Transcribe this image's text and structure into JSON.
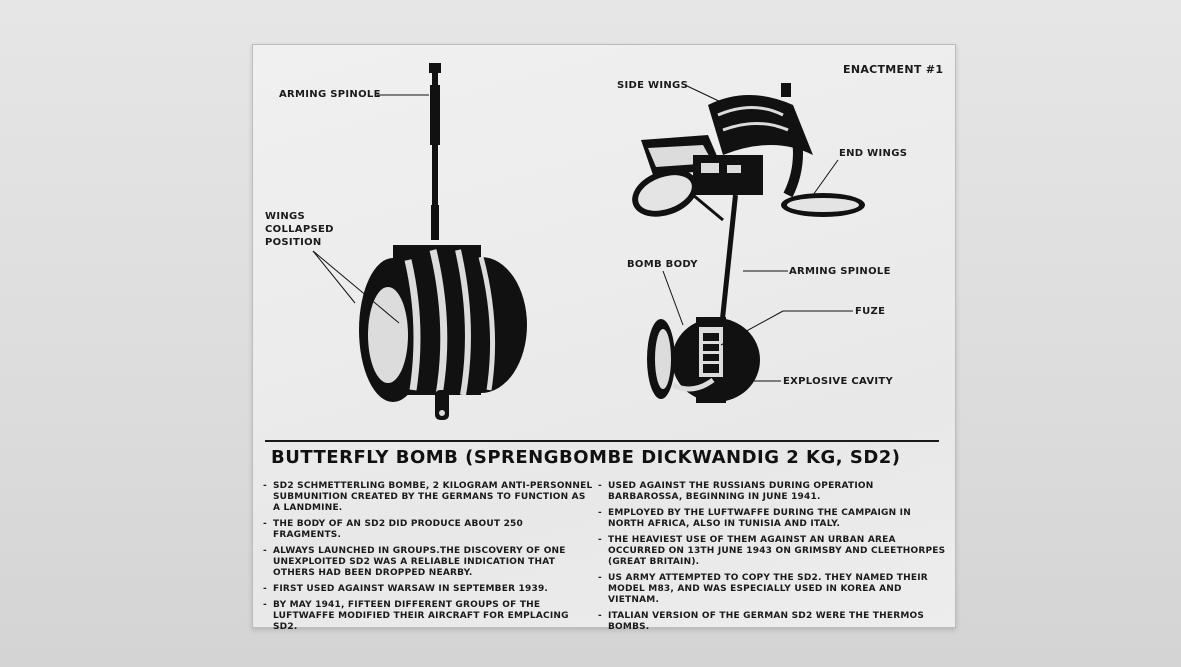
{
  "enactment": "ENACTMENT #1",
  "labels": {
    "arming_spindle_left": "ARMING SPINOLE",
    "wings_collapsed": [
      "WINGS",
      "COLLAPSED",
      "POSITION"
    ],
    "side_wings": "SIDE WINGS",
    "end_wings": "END WINGS",
    "bomb_body": "BOMB BODY",
    "arming_spindle_right": "ARMING SPINOLE",
    "fuze": "FUZE",
    "explosive_cavity": "EXPLOSIVE CAVITY"
  },
  "title": "BUTTERFLY BOMB (SPRENGBOMBE DICKWANDIG 2 KG, SD2)",
  "left_column": [
    "SD2 SCHMETTERLING BOMBE, 2 KILOGRAM ANTI-PERSONNEL SUBMUNITION CREATED BY THE GERMANS TO FUNCTION AS A LANDMINE.",
    "THE BODY OF AN SD2 DID PRODUCE ABOUT 250 FRAGMENTS.",
    "ALWAYS LAUNCHED IN GROUPS.THE DISCOVERY OF ONE UNEXPLOITED SD2 WAS A RELIABLE INDICATION THAT OTHERS HAD BEEN DROPPED NEARBY.",
    "FIRST USED AGAINST WARSAW IN SEPTEMBER 1939.",
    "BY MAY 1941, FIFTEEN DIFFERENT GROUPS OF THE LUFTWAFFE MODIFIED THEIR AIRCRAFT FOR EMPLACING SD2."
  ],
  "right_column": [
    "USED AGAINST THE RUSSIANS DURING OPERATION BARBAROSSA, BEGINNING IN JUNE 1941.",
    "EMPLOYED BY THE LUFTWAFFE DURING THE CAMPAIGN IN NORTH AFRICA, ALSO IN TUNISIA AND ITALY.",
    "THE HEAVIEST USE OF THEM AGAINST AN URBAN AREA OCCURRED ON 13TH JUNE 1943 ON GRIMSBY AND CLEETHORPES (GREAT BRITAIN).",
    "US ARMY ATTEMPTED TO COPY THE SD2. THEY NAMED THEIR MODEL M83, AND WAS ESPECIALLY USED IN KOREA AND VIETNAM.",
    "ITALIAN VERSION OF THE GERMAN SD2 WERE THE THERMOS BOMBS."
  ]
}
